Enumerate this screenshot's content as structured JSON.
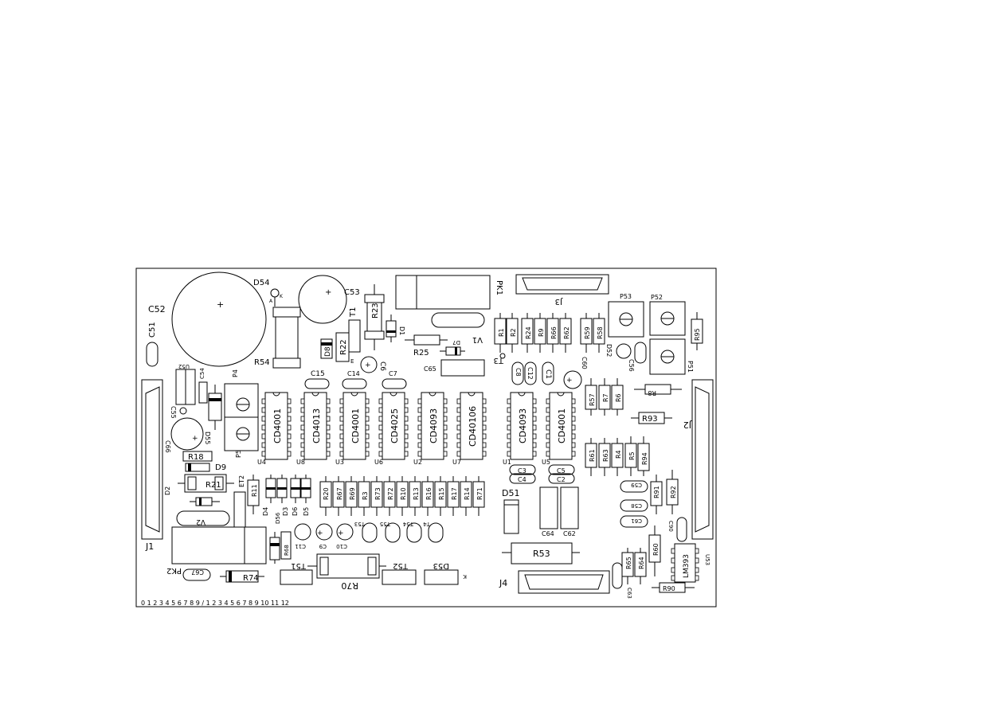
{
  "board": {
    "ics": [
      {
        "name": "CD4001",
        "ref": "U4"
      },
      {
        "name": "CD4013",
        "ref": "U8"
      },
      {
        "name": "CD4001",
        "ref": "U3"
      },
      {
        "name": "CD4025",
        "ref": "U6"
      },
      {
        "name": "CD4093",
        "ref": "U2"
      },
      {
        "name": "CD40106",
        "ref": "U7"
      },
      {
        "name": "CD4093",
        "ref": "U1"
      },
      {
        "name": "CD4001",
        "ref": "U5"
      }
    ],
    "top_resistors_left": [
      "R1",
      "R2",
      "R24",
      "R9",
      "R66",
      "R62"
    ],
    "top_resistors_right": [
      "R59",
      "R58"
    ],
    "middle_resistors": [
      "R20",
      "R67",
      "R69",
      "R3",
      "R73",
      "R72",
      "R10",
      "R13",
      "R16",
      "R15",
      "R17",
      "R14",
      "R71"
    ],
    "right_resistors_top": [
      "R57",
      "R7",
      "R6"
    ],
    "right_resistors_mid": [
      "R61",
      "R63",
      "R4",
      "R5",
      "R94"
    ],
    "transistor_row": [
      "T53",
      "T55",
      "T54",
      "T4"
    ],
    "cap_row_bottom": [
      "C11",
      "C9",
      "C10"
    ],
    "labels": {
      "c52": "C52",
      "c51": "C51",
      "d54": "D54",
      "k1": "K",
      "a1": "A",
      "c53": "C53",
      "r23": "R23",
      "t1": "T1",
      "r22": "R22",
      "d8": "D8",
      "r54": "R54",
      "d1": "D1",
      "pk1": "PK1",
      "j3": "J3",
      "v1": "V1",
      "d7": "D7",
      "r25": "R25",
      "c65": "C65",
      "t3": "T3",
      "p53": "P53",
      "p52": "P52",
      "r95": "R95",
      "d52": "D52",
      "c56": "C56",
      "p51": "P51",
      "c8": "C8",
      "c12": "C12",
      "c1": "C1",
      "c60": "C60",
      "r8": "R8",
      "r93": "R93",
      "j2": "J2",
      "u52": "U52",
      "c54": "C54",
      "c55": "C55",
      "p4": "P4",
      "p5": "P5",
      "d55": "D55",
      "c66": "C66",
      "r18": "R18",
      "d9": "D9",
      "r21": "R21",
      "d2": "D2",
      "j1": "J1",
      "c15": "C15",
      "c14": "C14",
      "c6": "C6",
      "c7": "C7",
      "c3": "C3",
      "c4": "C4",
      "c5": "C5",
      "c2": "C2",
      "et2": "ET2",
      "r11": "R11",
      "d4": "D4",
      "d56": "D56",
      "d3": "D3",
      "d6": "D6",
      "d5": "D5",
      "v2": "V2",
      "d51": "D51",
      "c64": "C64",
      "c62": "C62",
      "c59": "C59",
      "r91": "R91",
      "r92": "R92",
      "c58": "C58",
      "c61": "C61",
      "c90": "C90",
      "r68": "R68",
      "pk2": "PK2",
      "c67": "C67",
      "r74": "R74",
      "t51": "T51",
      "r70": "R70",
      "t52": "T52",
      "d53": "D53",
      "k2": "K",
      "r53": "R53",
      "j4": "J4",
      "c63": "C63",
      "r65": "R65",
      "r64": "R64",
      "r60": "R60",
      "lm393": "LM393",
      "u53": "U53",
      "r90": "R90"
    },
    "scale_text": "0 1 2 3 4 5 6 7 8 9 / 1 2 3 4 5 6 7 8 9 10 11 12"
  }
}
